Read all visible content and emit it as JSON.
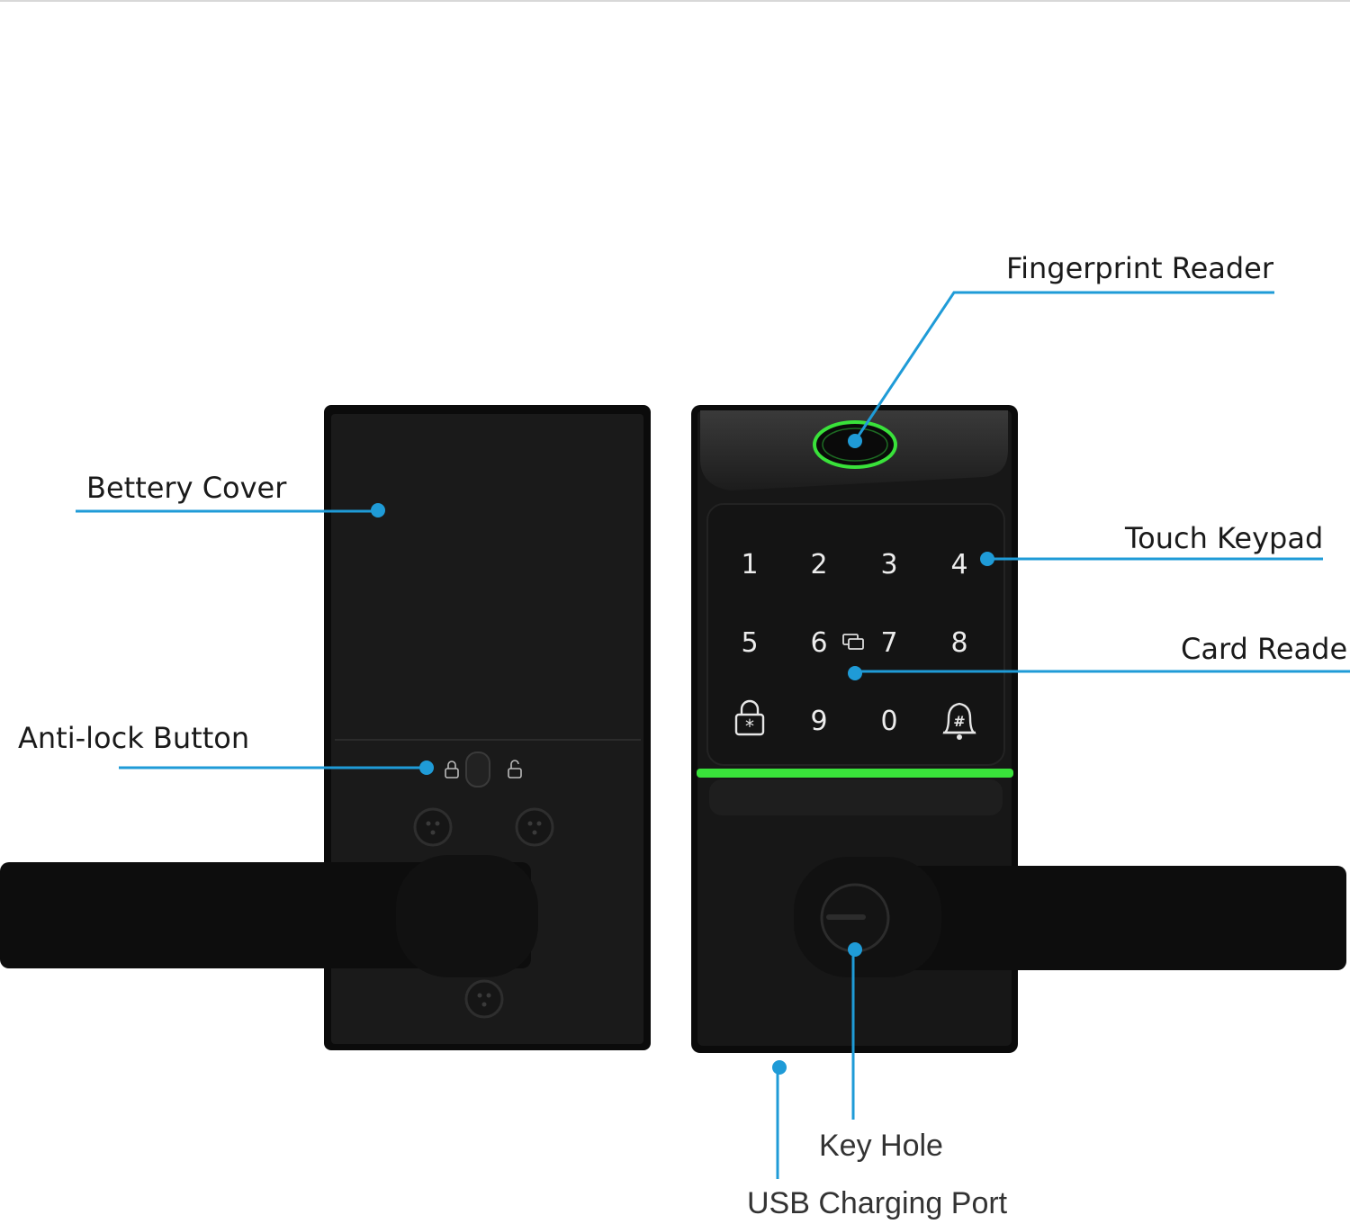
{
  "colors": {
    "callout": "#1f9bd7",
    "led_green": "#39e23a",
    "device_black": "#121212"
  },
  "labels": {
    "battery_cover": "Bettery Cover",
    "anti_lock_button": "Anti-lock Button",
    "fingerprint_reader": "Fingerprint Reader",
    "touch_keypad": "Touch Keypad",
    "card_reader": "Card Reader",
    "key_hole": "Key Hole",
    "usb_charging_port": "USB Charging Port"
  },
  "keypad": {
    "row1": [
      "1",
      "2",
      "3",
      "4"
    ],
    "row2": [
      "5",
      "6",
      "7",
      "8"
    ],
    "row3": [
      "lock-star-icon",
      "9",
      "0",
      "bell-hash-icon"
    ]
  },
  "icons": [
    "unlock-icon",
    "lock-icon",
    "card-icon",
    "fingerprint-icon",
    "screw-icon",
    "key-cylinder-icon"
  ]
}
